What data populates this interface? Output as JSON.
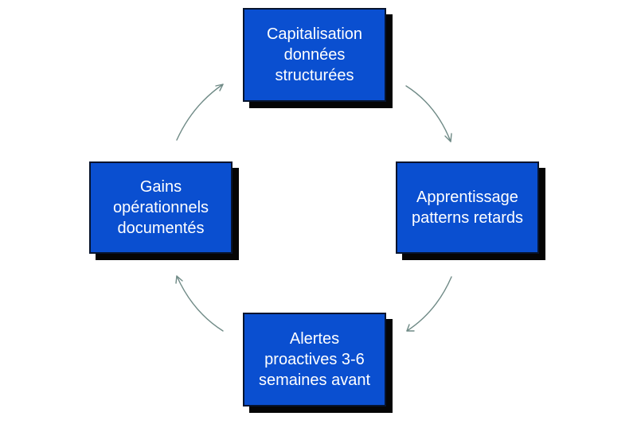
{
  "diagram": {
    "nodes": {
      "top": "Capitalisation\ndonnées\nstructurées",
      "right": "Apprentissage\npatterns retards",
      "bottom": "Alertes\nproactives 3-6\nsemaines avant",
      "left": "Gains\nopérationnels\ndocumentés"
    },
    "colors": {
      "box_fill": "#0a4fd0",
      "box_shadow": "#050505",
      "arrow": "#6f8a86",
      "text": "#ffffff"
    }
  }
}
